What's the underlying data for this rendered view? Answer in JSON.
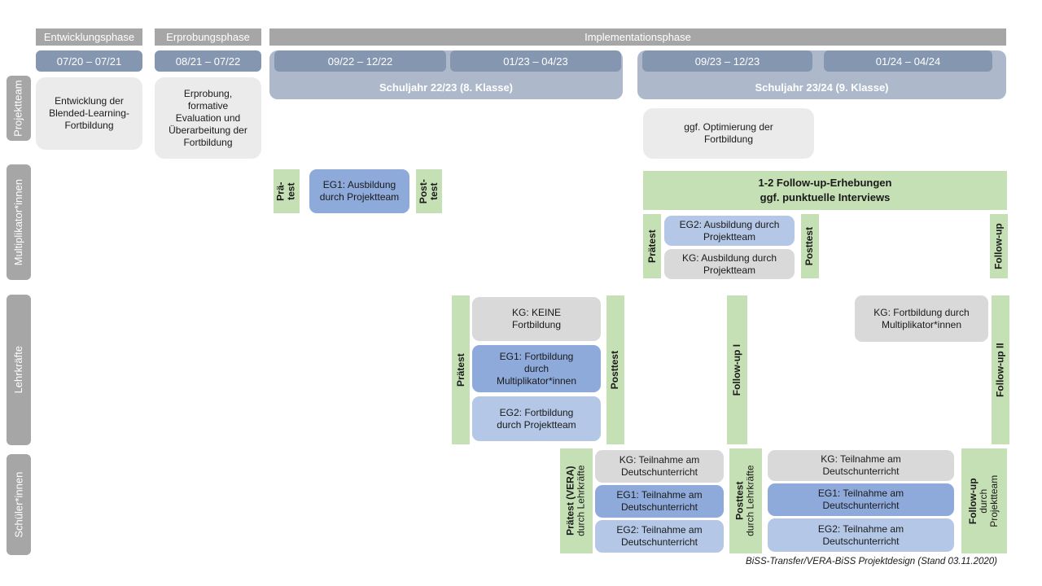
{
  "colors": {
    "header-gray": "#a6a6a6",
    "date-blue": "#8496b0",
    "band-blue": "#adb9ca",
    "box-gray": "#ebebeb",
    "kg-gray": "#d9d9d9",
    "green": "#c5e0b4",
    "eg1-blue": "#8eaadb",
    "eg2-blue": "#b4c7e7"
  },
  "phases": [
    "Entwicklungsphase",
    "Erprobungsphase",
    "Implementationsphase"
  ],
  "dates": [
    "07/20 – 07/21",
    "08/21 – 07/22",
    "09/22 – 12/22",
    "01/23 – 04/23",
    "09/23 – 12/23",
    "01/24 – 04/24"
  ],
  "school_years": [
    "Schuljahr 22/23 (8. Klasse)",
    "Schuljahr 23/24 (9. Klasse)"
  ],
  "row_labels": [
    "Projektteam",
    "Multiplikator*innen",
    "Lehrkräfte",
    "Schüler*innen"
  ],
  "projektteam": {
    "entwicklung": "Entwicklung der Blended-Learning-Fortbildung",
    "erprobung": "Erprobung, formative Evaluation und Überarbeitung der Fortbildung",
    "optimierung": "ggf. Optimierung der Fortbildung"
  },
  "multiplikatoren": {
    "praetest1_line1": "Prä-",
    "praetest1_line2": "test",
    "eg1": "EG1: Ausbildung durch Projektteam",
    "posttest1_line1": "Post-",
    "posttest1_line2": "test",
    "followup_header_line1": "1-2 Follow-up-Erhebungen",
    "followup_header_line2": "ggf. punktuelle Interviews",
    "praetest2": "Prätest",
    "eg2": "EG2: Ausbildung durch Projektteam",
    "kg": "KG: Ausbildung durch Projektteam",
    "posttest2": "Posttest",
    "followup": "Follow-up"
  },
  "lehrkraefte": {
    "praetest": "Prätest",
    "kg_keine": "KG: KEINE Fortbildung",
    "eg1": "EG1: Fortbildung durch Multiplikator*innen",
    "eg2": "EG2: Fortbildung durch Projektteam",
    "posttest": "Posttest",
    "followup1": "Follow-up I",
    "kg_fortbildung": "KG: Fortbildung durch Multiplikator*innen",
    "followup2": "Follow-up II"
  },
  "schueler": {
    "praetest_line1": "Prätest (VERA)",
    "praetest_line2": "durch  Lehrkräfte",
    "kg1": "KG: Teilnahme am Deutschunterricht",
    "eg1a": "EG1: Teilnahme am Deutschunterricht",
    "eg2a": "EG2: Teilnahme am Deutschunterricht",
    "posttest_line1": "Posttest",
    "posttest_line2": "durch  Lehrkräfte",
    "kg2": "KG: Teilnahme am Deutschunterricht",
    "eg1b": "EG1: Teilnahme am Deutschunterricht",
    "eg2b": "EG2: Teilnahme am Deutschunterricht",
    "followup_line1": "Follow-up",
    "followup_line2": "durch",
    "followup_line3": "Projektteam"
  },
  "footer": {
    "caption": "BiSS-Transfer/VERA-BiSS Projektdesign (Stand 03.11.2020)"
  }
}
